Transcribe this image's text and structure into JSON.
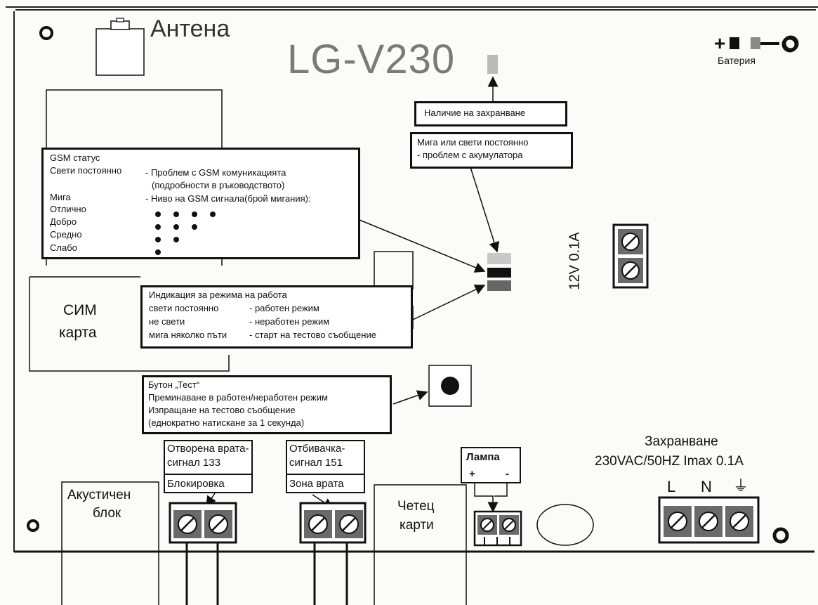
{
  "title": "LG-V230",
  "antenna_label": "Антена",
  "battery": {
    "plus": "+",
    "minus": "−",
    "label": "Батерия"
  },
  "power_presence_label": "Наличие на захранване",
  "battery_fault": {
    "line1": "Мига или свети постоянно",
    "line2": "- проблем с акумулатора"
  },
  "gsm_status": {
    "title": "GSM статус",
    "steady_label": "Свети постоянно",
    "steady_desc1": "- Проблем с GSM комуникацията",
    "steady_desc2": "(подробности в ръководството)",
    "blink_label": "Мига",
    "blink_desc": "- Ниво на GSM сигнала(брой мигания):",
    "levels": [
      {
        "label": "Отлично",
        "dots": 4
      },
      {
        "label": "Добро",
        "dots": 3
      },
      {
        "label": "Средно",
        "dots": 2
      },
      {
        "label": "Слабо",
        "dots": 1
      }
    ]
  },
  "sim_card": {
    "line1": "СИМ",
    "line2": "карта"
  },
  "mode_indication": {
    "title": "Индикация за режима на работа",
    "rows": [
      {
        "left": "свети постоянно",
        "right": "- работен режим"
      },
      {
        "left": "не свети",
        "right": "- неработен режим"
      },
      {
        "left": "мига няколко пъти",
        "right": "- старт на тестово съобщение"
      }
    ]
  },
  "test_button": {
    "title": "Бутон „Тест“",
    "line1": "Преминаване в работен/неработен режим",
    "line2": "Изпращане на тестово съобщение",
    "line3": "(еднократно натискане за 1 секунда)"
  },
  "dc_out_label": "12V  0.1A",
  "door_open": {
    "line1": "Отворена врата-",
    "line2": "сигнал 133",
    "line3": "Блокировка"
  },
  "strike": {
    "line1": "Отбивачка-",
    "line2": "сигнал 151",
    "line3": "Зона врата"
  },
  "lamp": {
    "label": "Лампа",
    "plus": "+",
    "minus": "-"
  },
  "acoustic_block": {
    "line1": "Акустичен",
    "line2": "блок"
  },
  "card_reader": {
    "line1": "Четец",
    "line2": "карти"
  },
  "power_supply": {
    "line1": "Захранване",
    "line2": "230VAC/50HZ Imax 0.1A",
    "L": "L",
    "N": "N",
    "earth": "⏚"
  }
}
